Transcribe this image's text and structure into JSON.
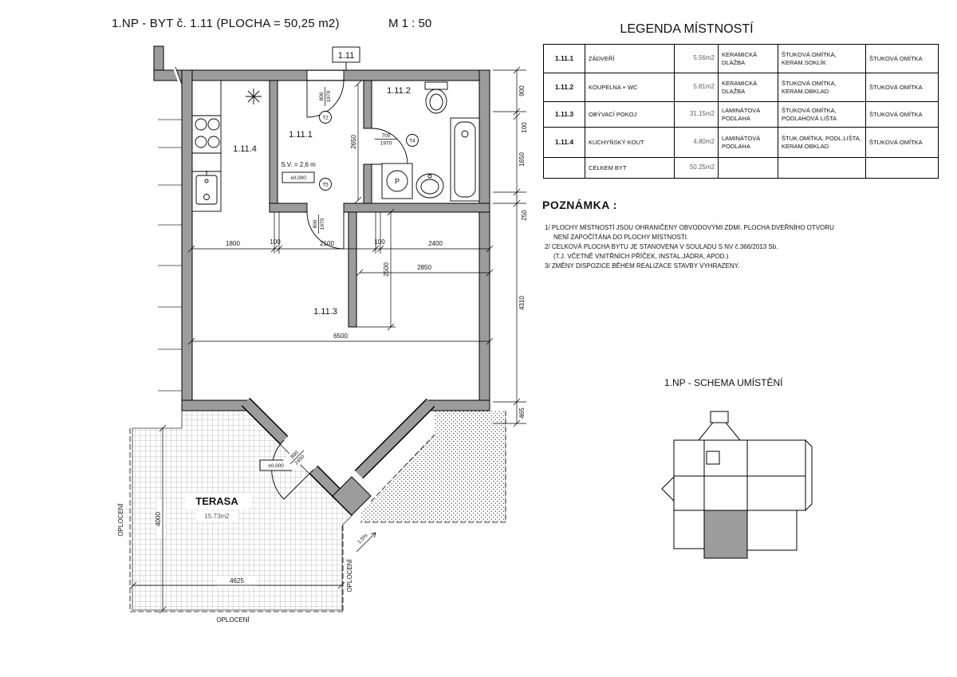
{
  "title": {
    "main": "1.NP - BYT č. 1.11 (PLOCHA = 50,25 m2)",
    "scale": "M 1 : 50"
  },
  "plan": {
    "unit_tag": "1.11",
    "rooms": {
      "r1": "1.11.1",
      "r2": "1.11.2",
      "r3": "1.11.3",
      "r4": "1.11.4"
    },
    "hall": {
      "sv": "S.V. = 2,6 m",
      "level": "±0,000"
    },
    "terrace": {
      "name": "TERASA",
      "area": "15.73m2",
      "level": "±0,000",
      "slope": "1,5%",
      "fence": "OPLOCENÍ"
    },
    "washer": "P",
    "doors": {
      "entry": {
        "w": "800",
        "h": "1970",
        "tag": "T2"
      },
      "bath": {
        "w": "700",
        "h": "1970",
        "tag": "T4"
      },
      "living": {
        "w": "800",
        "h": "1970",
        "tag": "T5"
      },
      "terrace": {
        "w": "800",
        "h": "2450"
      }
    },
    "dims": {
      "right": [
        "900",
        "100",
        "1650",
        "250",
        "4310",
        "465"
      ],
      "hall_h": "2650",
      "living_v": "2500",
      "chain1": [
        "1800",
        "100",
        "2100",
        "100",
        "2400"
      ],
      "chain2": "2850",
      "total": "6500",
      "terr_h": "4000",
      "terr_w": "4625"
    }
  },
  "legend": {
    "title": "LEGENDA MÍSTNOSTÍ",
    "rows": [
      [
        "1.11.1",
        "ZÁDVEŘÍ",
        "5.56m2",
        "KERAMICKÁ DLAŽBA",
        "ŠTUKOVÁ OMÍTKA, KERAM.SOKLÍK",
        "ŠTUKOVÁ OMÍTKA"
      ],
      [
        "1.11.2",
        "KOUPELNA + WC",
        "5.81m2",
        "KERAMICKÁ DLAŽBA",
        "ŠTUKOVÁ OMÍTKA, KERAM.OBKLAD",
        "ŠTUKOVÁ OMÍTKA"
      ],
      [
        "1.11.3",
        "OBÝVACÍ POKOJ",
        "31.15m2",
        "LAMINÁTOVÁ PODLAHA",
        "ŠTUKOVÁ OMÍTKA, PODLAHOVÁ LIŠTA",
        "ŠTUKOVÁ OMÍTKA"
      ],
      [
        "1.11.4",
        "KUCHYŇSKÝ KOUT",
        "4.80m2",
        "LAMINÁTOVÁ PODLAHA",
        "ŠTUK.OMÍTKA, PODL.LIŠTA, KERAM.OBKLAD",
        "ŠTUKOVÁ OMÍTKA"
      ],
      [
        "",
        "CELKEM BYT",
        "50.25m2",
        "",
        "",
        ""
      ]
    ]
  },
  "notes": {
    "title": "POZNÁMKA :",
    "lines": [
      "1/ PLOCHY MÍSTNOSTÍ JSOU OHRANIČENY OBVODOVÝMI ZDMI. PLOCHA DVEŘNÍHO OTVORU",
      "NENÍ ZAPOČÍTÁNA DO PLOCHY MÍSTNOSTI.",
      "2/ CELKOVÁ PLOCHA BYTU JE STANOVENA V SOULADU S NV č.366/2013 Sb.",
      "(T.J. VČETNĚ VNITŘNÍCH PŘÍČEK, INSTAL.JÁDRA, APOD.)",
      "3/ ZMĚNY DISPOZICE BĚHEM REALIZACE STAVBY VYHRAZENY."
    ]
  },
  "schema": {
    "title": "1.NP - SCHEMA UMÍSTĚNÍ"
  }
}
